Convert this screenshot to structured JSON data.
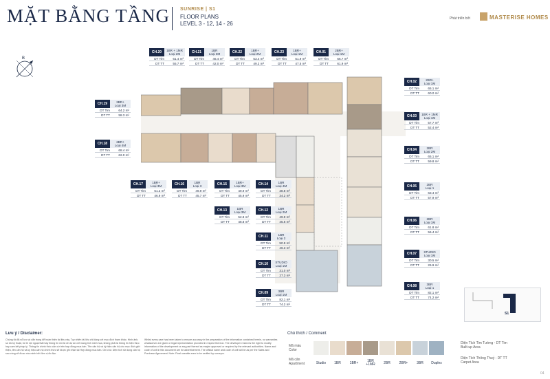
{
  "header": {
    "title": "MẶT BẰNG TẦNG",
    "project": "SUNRISE | S1",
    "subtitle": "FLOOR PLANS",
    "level": "LEVEL 3 - 12, 14 - 26",
    "developer_prefix": "Phát triển bởi",
    "developer": "MASTERISE HOMES"
  },
  "compass": {
    "label": "B"
  },
  "keymap": {
    "label": "S1"
  },
  "units": [
    {
      "code": "CH.20",
      "type": "1BR + 1MR",
      "layout": "Loại 2M",
      "dt_tim": "61.4 m²",
      "dt_tt": "55.7 m²"
    },
    {
      "code": "CH.21",
      "type": "1BR",
      "layout": "Loại 3M",
      "dt_tim": "46.4 m²",
      "dt_tt": "42.0 m²"
    },
    {
      "code": "CH.22",
      "type": "1BR+",
      "layout": "Loại 2M",
      "dt_tim": "53.4 m²",
      "dt_tt": "49.2 m²"
    },
    {
      "code": "CH.23",
      "type": "1BR+",
      "layout": "Loại 1M",
      "dt_tim": "51.9 m²",
      "dt_tt": "47.5 m²"
    },
    {
      "code": "CH.01",
      "type": "2BR+",
      "layout": "Loại 1M",
      "dt_tim": "66.7 m²",
      "dt_tt": "61.9 m²"
    },
    {
      "code": "CH.19",
      "type": "2BR+",
      "layout": "Loại 3M",
      "dt_tim": "64.2 m²",
      "dt_tt": "58.3 m²"
    },
    {
      "code": "CH.18",
      "type": "2BR+",
      "layout": "Loại 4M",
      "dt_tim": "68.4 m²",
      "dt_tt": "62.0 m²"
    },
    {
      "code": "CH.17",
      "type": "1BR+",
      "layout": "Loại 3M",
      "dt_tim": "51.2 m²",
      "dt_tt": "46.9 m²"
    },
    {
      "code": "CH.16",
      "type": "1BR",
      "layout": "Loại 3",
      "dt_tim": "49.9 m²",
      "dt_tt": "45.7 m²"
    },
    {
      "code": "CH.15",
      "type": "1BR+",
      "layout": "Loại 3M",
      "dt_tim": "49.9 m²",
      "dt_tt": "45.9 m²"
    },
    {
      "code": "CH.14",
      "type": "1BR",
      "layout": "Loại 4M",
      "dt_tim": "38.8 m²",
      "dt_tt": "34.2 m²"
    },
    {
      "code": "CH.13",
      "type": "1BR",
      "layout": "Loại 3M",
      "dt_tim": "52.8 m²",
      "dt_tt": "48.8 m²"
    },
    {
      "code": "CH.12",
      "type": "1BR",
      "layout": "Loại 2M",
      "dt_tim": "49.9 m²",
      "dt_tt": "45.6 m²"
    },
    {
      "code": "CH.11",
      "type": "1BR",
      "layout": "Loại 2",
      "dt_tim": "50.9 m²",
      "dt_tt": "46.3 m²"
    },
    {
      "code": "CH.10",
      "type": "STUDIO",
      "layout": "Loại 1M",
      "dt_tim": "31.0 m²",
      "dt_tt": "27.3 m²"
    },
    {
      "code": "CH.09",
      "type": "3BR",
      "layout": "Loại 1M",
      "dt_tim": "82.1 m²",
      "dt_tt": "74.2 m²"
    },
    {
      "code": "CH.02",
      "type": "2BR+",
      "layout": "Loại 1M",
      "dt_tim": "65.1 m²",
      "dt_tt": "60.0 m²"
    },
    {
      "code": "CH.03",
      "type": "1BR + 1MR",
      "layout": "Loại 1M",
      "dt_tim": "57.7 m²",
      "dt_tt": "52.4 m²"
    },
    {
      "code": "CH.04",
      "type": "2BR",
      "layout": "Loại 2M",
      "dt_tim": "65.1 m²",
      "dt_tt": "59.8 m²"
    },
    {
      "code": "CH.05",
      "type": "2BR",
      "layout": "Loại 1",
      "dt_tim": "63.4 m²",
      "dt_tt": "57.9 m²"
    },
    {
      "code": "CH.06",
      "type": "2BR",
      "layout": "Loại 1M",
      "dt_tim": "61.8 m²",
      "dt_tt": "56.4 m²"
    },
    {
      "code": "CH.07",
      "type": "STUDIO",
      "layout": "Loại 1M",
      "dt_tim": "30.5 m²",
      "dt_tt": "26.9 m²"
    },
    {
      "code": "CH.08",
      "type": "3BR",
      "layout": "Loại 1",
      "dt_tim": "82.1 m²",
      "dt_tt": "74.2 m²"
    }
  ],
  "labels": {
    "dt_tim": "DT Tim",
    "dt_tt": "DT TT"
  },
  "disclaimer": {
    "heading": "Lưu ý / Disclaimer:",
    "vn": "Chúng tôi đã nỗ lực và cẩn trọng để hoàn thiện tài liệu này. Tuy nhiên tài liệu chỉ dùng với mục đích tham khảo. Hình ảnh, sơ đồ ký thuật, bố trí nội ngoại thất hay thông tin mô tả về dự án chỉ mang tính minh họa, không phải là thông tin hiện thực hay cam kết pháp lý. Thông tin chính thức căn cứ trên hợp đồng mua bán. Tên căn hộ và ký hiệu căn hộ cho mục đích giới thiệu, tên căn hộ và ký hiệu căn hộ chính thức sẽ được ghi nhận tại Hợp đồng mua bán. Ghi chú: Diện tích sử dụng căn hộ sau cùng sẽ được xác minh bởi đơn vị đo đạc.",
    "en": "Whilst every care has been taken to ensure accuracy in the preparation of the information contained herein, no warranties whatsoever are given or legal representation provided in respect thereon. The developer reserves the right to modify information of the development or any part thereof as maybe approved or required by the relevant authorities. Name and code of unit in this document are for advertisement. The official name and code of unit will be as per the Sales and Purchase Agreement. Note: Final useable area to be verified by surveyor."
  },
  "legend": {
    "heading": "Chú thích / Comment",
    "color_label": "Mã màu\nColor",
    "apartment_label": "Mã căn\nApartment",
    "items": [
      {
        "label": "Studio",
        "color": "#eeeeea"
      },
      {
        "label": "1BR",
        "color": "#e9dccc"
      },
      {
        "label": "1BR+",
        "color": "#c7ad97"
      },
      {
        "label": "1BR\n+1MR",
        "color": "#a89a89"
      },
      {
        "label": "2BR",
        "color": "#e9e1d5"
      },
      {
        "label": "2BR+",
        "color": "#dcc8ac"
      },
      {
        "label": "3BR",
        "color": "#c8d2da"
      },
      {
        "label": "Duplex",
        "color": "#9fb2c2"
      }
    ],
    "area_tim": "Diện Tích Tim Tường - DT Tim\nBuilt-up Area",
    "area_tt": "Diện Tích Thông Thuỷ - DT TT\nCarpet Area"
  },
  "page_number": "04"
}
